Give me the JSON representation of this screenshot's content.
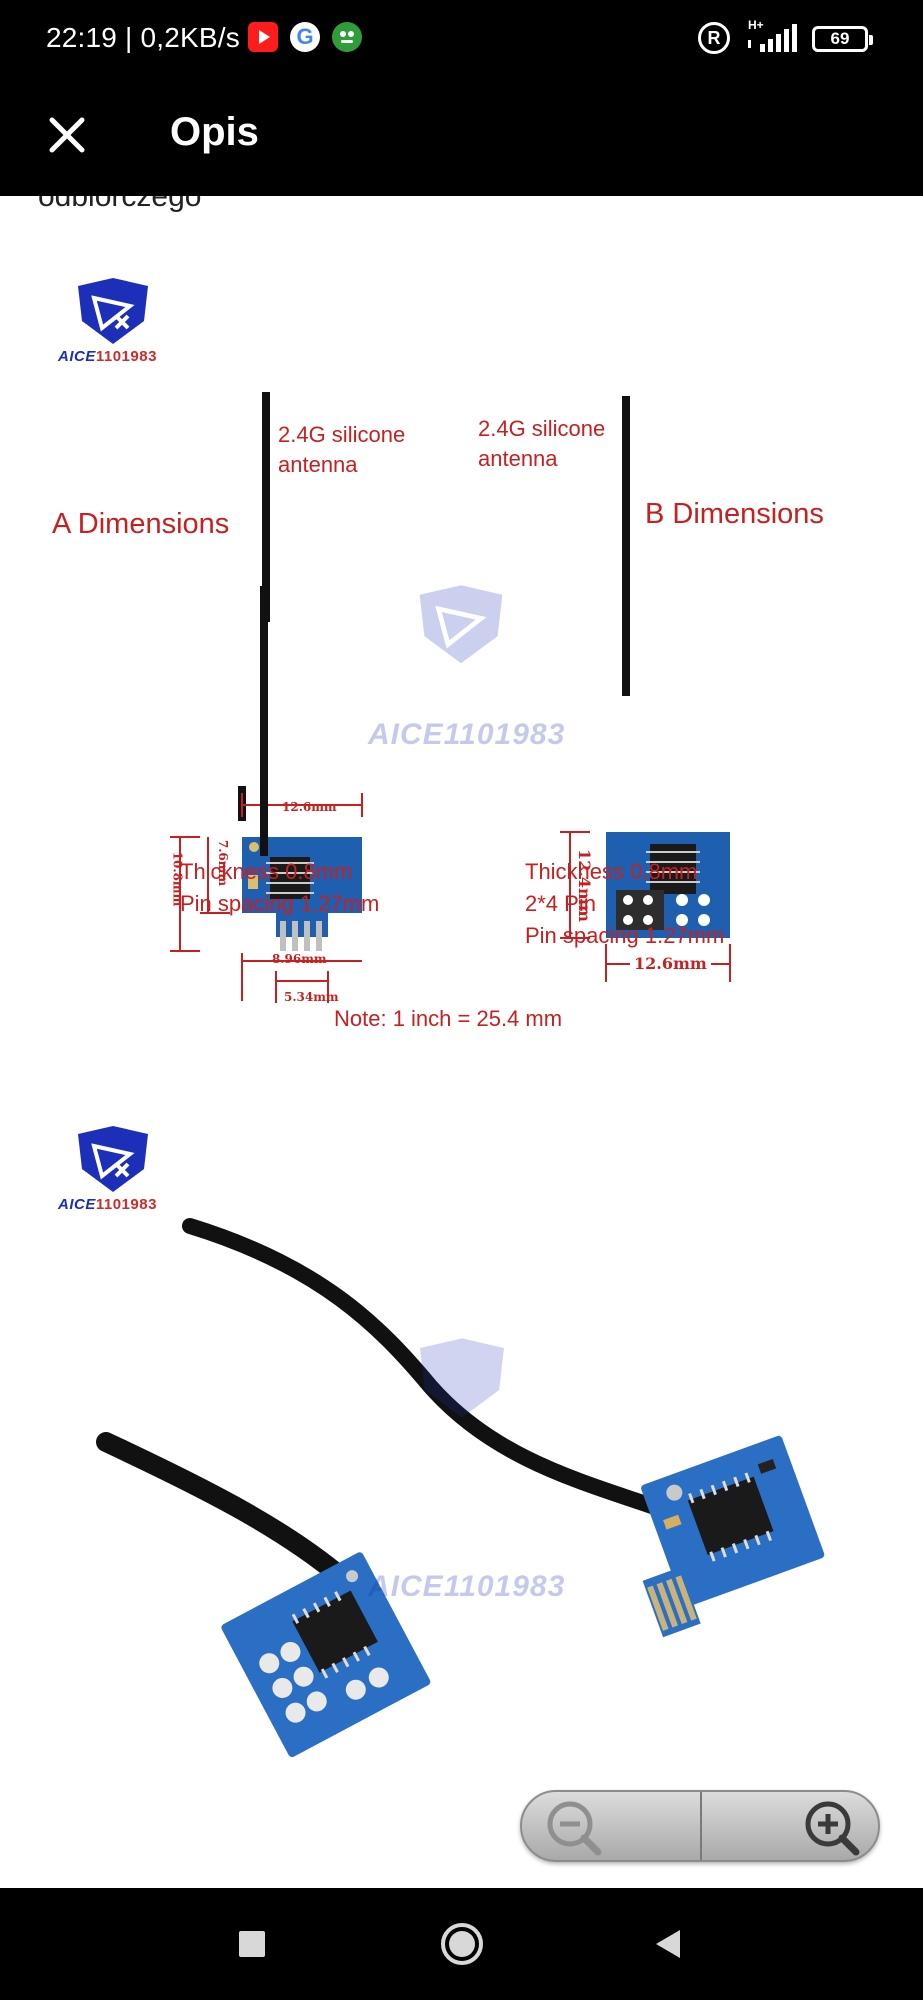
{
  "status_bar": {
    "time": "22:19 | 0,2KB/s",
    "network_type": "H+",
    "battery": "69",
    "roaming": "R",
    "google_letter": "G"
  },
  "app_bar": {
    "title": "Opis",
    "close_icon": "close-icon"
  },
  "content": {
    "cut_off_text": "odbiorczego",
    "logo_text_prefix": "AICE",
    "logo_text_suffix": "1101983",
    "diagram": {
      "a_label": "A Dimensions",
      "b_label": "B Dimensions",
      "a_antenna": "2.4G silicone\nantenna",
      "b_antenna": "2.4G silicone\nantenna",
      "a_width_top": "12.6mm",
      "a_height_outer": "10.8mm",
      "a_height_inner": "7.6mm",
      "a_width_bottom": "8.96mm",
      "a_pins_width": "5.34mm",
      "b_height": "12.4mm",
      "b_width": "12.6mm",
      "a_specs": [
        "Thickness 0.8mm",
        "Pin spacing 1.27mm"
      ],
      "b_specs": [
        "Thickness 0.8mm",
        "2*4 Pin",
        "Pin spacing 1.27mm"
      ],
      "note": "Note: 1 inch = 25.4 mm"
    }
  },
  "zoom": {
    "zoom_out_icon": "zoom-out-icon",
    "zoom_in_icon": "zoom-in-icon"
  },
  "nav_bar": {
    "recents_icon": "square-icon",
    "home_icon": "circle-icon",
    "back_icon": "triangle-back-icon"
  },
  "colors": {
    "bar_bg": "#000000",
    "annotation_red": "#c62020",
    "pcb_blue": "#1f5fb0",
    "logo_blue": "#1b2fb8"
  }
}
